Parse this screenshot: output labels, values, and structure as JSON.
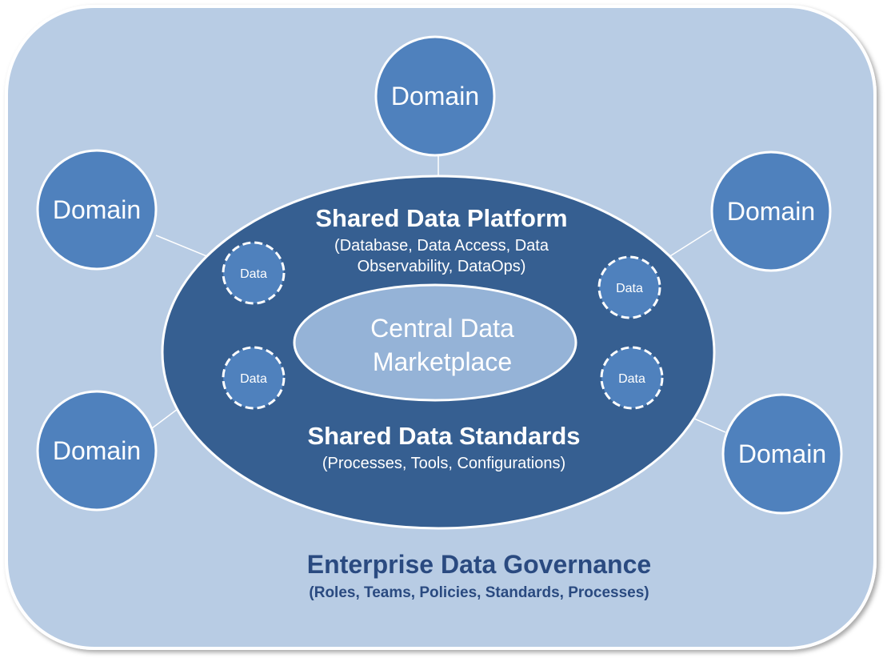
{
  "shared_platform": {
    "title": "Shared Data Platform",
    "subtitle_line1": "(Database, Data Access, Data",
    "subtitle_line2": "Observability, DataOps)"
  },
  "marketplace": {
    "line1": "Central Data",
    "line2": "Marketplace"
  },
  "shared_standards": {
    "title": "Shared Data Standards",
    "subtitle": "(Processes, Tools, Configurations)"
  },
  "governance": {
    "title": "Enterprise Data Governance",
    "subtitle": "(Roles, Teams, Policies, Standards, Processes)"
  },
  "domains": [
    "Domain",
    "Domain",
    "Domain",
    "Domain",
    "Domain"
  ],
  "data_nodes": [
    "Data",
    "Data",
    "Data",
    "Data"
  ],
  "colors": {
    "background_panel": "#b8cce4",
    "platform_ellipse": "#365f91",
    "marketplace_ellipse": "#95b3d7",
    "domain_circle": "#4f81bd",
    "governance_text": "#2a4a80"
  }
}
